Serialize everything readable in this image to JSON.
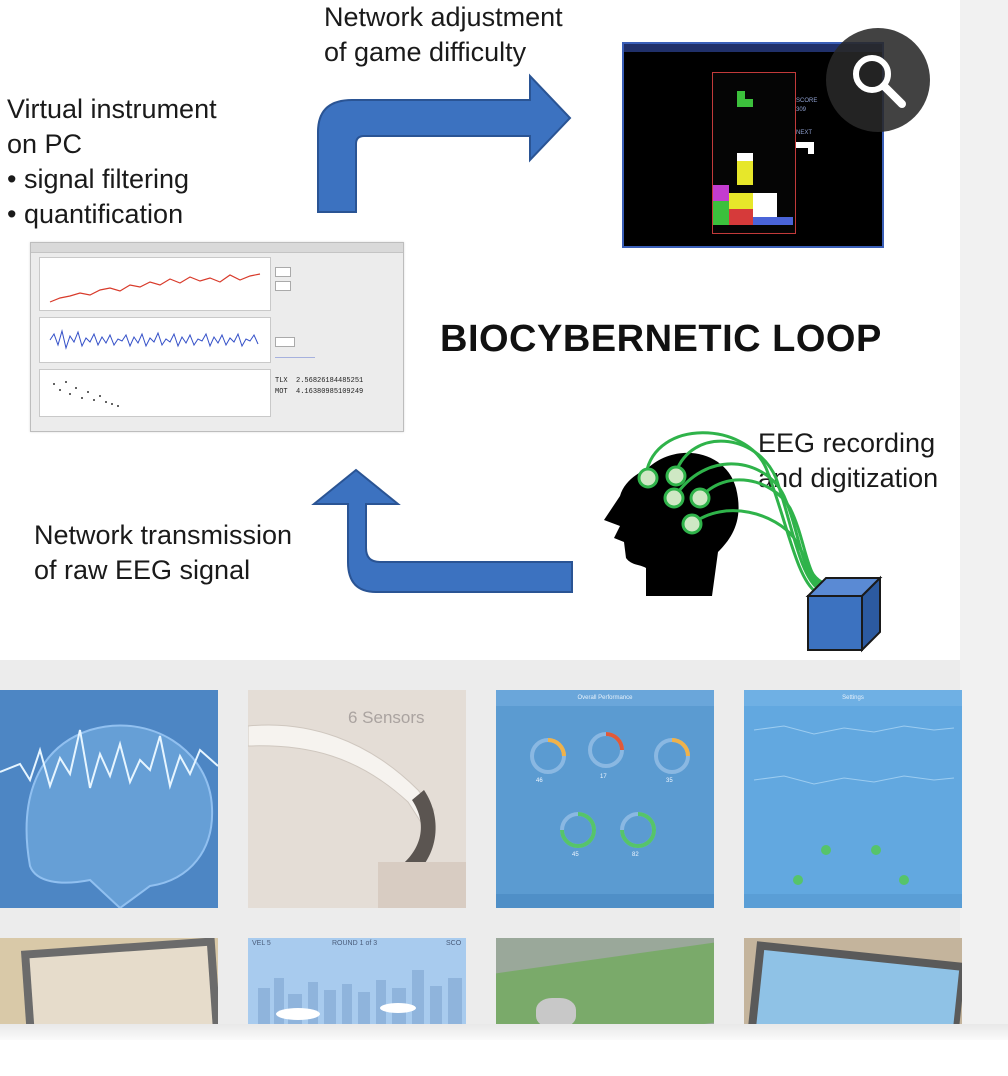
{
  "figure": {
    "top_label": [
      "Network adjustment",
      "of game difficulty"
    ],
    "left_label": {
      "lines": [
        "Virtual instrument",
        "on PC"
      ],
      "bullets": [
        "signal filtering",
        "quantification"
      ]
    },
    "title": "BIOCYBERNETIC LOOP",
    "eeg_label": [
      "EEG recording",
      "and digitization"
    ],
    "bottom_label": [
      "Network transmission",
      "of raw EEG signal"
    ],
    "instrument_readout": {
      "tlx_label": "TLX",
      "tlx_value": "2.56826184485251",
      "mot_label": "MOT",
      "mot_value": "4.16380985109249"
    },
    "game_panel": {
      "score_label": "SCORE",
      "score_value": "309",
      "next_label": "NEXT"
    },
    "colors": {
      "arrow": "#3c72c0",
      "head": "#000000",
      "electrode": "#2fb34a",
      "cube": "#3c72c0"
    }
  },
  "zoom_button": {
    "icon": "magnifier-icon"
  },
  "thumbnails": {
    "row1": [
      {
        "id": "brain-waves",
        "icon": "brain-icon"
      },
      {
        "id": "headset",
        "caption": "6 Sensors"
      },
      {
        "id": "app-dashboard",
        "header": "Overall Performance",
        "values": [
          "46",
          "17",
          "35",
          "45",
          "82"
        ]
      },
      {
        "id": "app-settings",
        "header": "Settings"
      }
    ],
    "row2": [
      {
        "id": "tablet-app"
      },
      {
        "id": "game-level",
        "left": "VEL 5",
        "center": "ROUND 1 of 3",
        "right": "SCO"
      },
      {
        "id": "tablet-game"
      },
      {
        "id": "tablet-play"
      }
    ]
  }
}
